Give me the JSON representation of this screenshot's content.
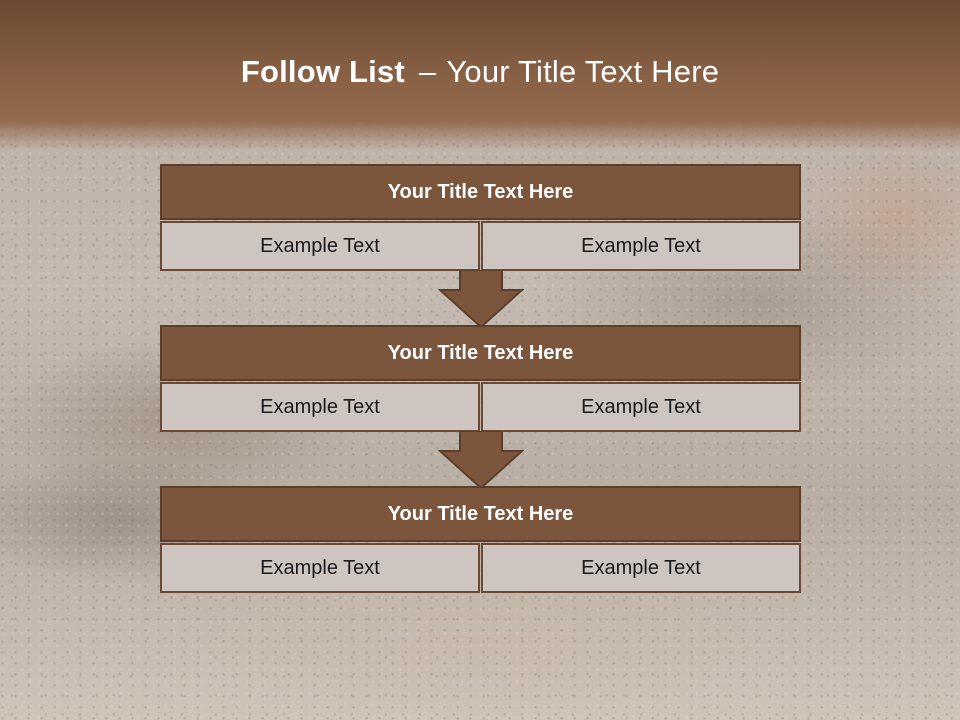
{
  "slide": {
    "title_bold": "Follow List",
    "title_sep": "–",
    "title_rest": "Your Title Text Here"
  },
  "blocks": [
    {
      "title": "Your Title Text Here",
      "left": "Example Text",
      "right": "Example Text"
    },
    {
      "title": "Your Title Text Here",
      "left": "Example Text",
      "right": "Example Text"
    },
    {
      "title": "Your Title Text Here",
      "left": "Example Text",
      "right": "Example Text"
    }
  ],
  "colors": {
    "header_brown": "#8a6246",
    "block_head": "#7b563d",
    "cell_fill": "#cdc5bf",
    "arrow_fill": "#7b563d"
  }
}
